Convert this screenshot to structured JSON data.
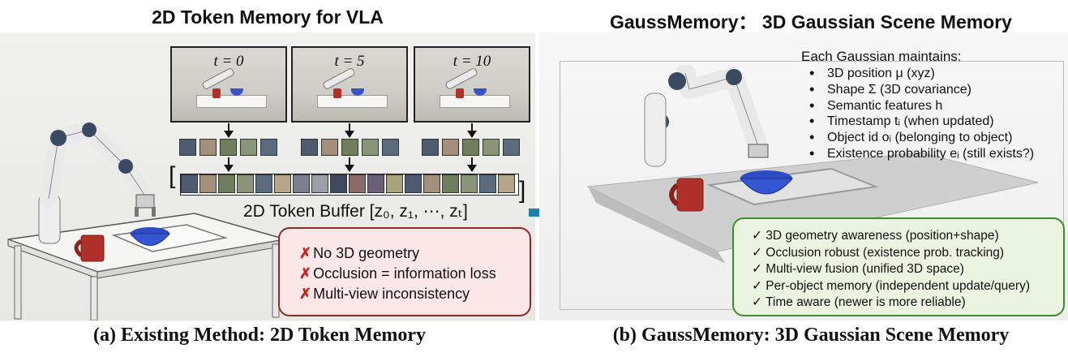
{
  "left": {
    "title": "2D Token Memory for VLA",
    "frames": [
      {
        "label": "t = 0"
      },
      {
        "label": "t = 5"
      },
      {
        "label": "t = 10"
      }
    ],
    "buffer_label": "2D Token Buffer [z₀, z₁, ⋯, zₜ]",
    "limitations": [
      {
        "mark": "✗",
        "text": "No 3D geometry"
      },
      {
        "mark": "✗",
        "text": "Occlusion = information loss"
      },
      {
        "mark": "✗",
        "text": "Multi-view inconsistency"
      }
    ],
    "caption": "(a) Existing Method: 2D Token Memory"
  },
  "right": {
    "title": "GaussMemory：  3D Gaussian Scene Memory",
    "maintains_heading": "Each Gaussian maintains:",
    "maintains": [
      "3D position μ (xyz)",
      "Shape Σ (3D covariance)",
      "Semantic features h",
      "Timestamp tᵢ (when updated)",
      "Object id oᵢ (belonging to object)",
      "Existence probability eᵢ (still exists?)"
    ],
    "advantages": [
      "✓ 3D geometry awareness (position+shape)",
      "✓ Occlusion robust (existence prob. tracking)",
      "✓ Multi-view fusion (unified 3D space)",
      "✓ Per-object memory (independent update/query)",
      "✓ Time aware (newer is more reliable)"
    ],
    "caption": "(b) GaussMemory: 3D Gaussian Scene Memory"
  },
  "colors": {
    "warn_fill": "#fbe7e7",
    "warn_border": "#8b2a2a",
    "warn_mark": "#d0201b",
    "good_fill": "#eaf4e0",
    "good_border": "#3f8a2c",
    "flow_arrow": "#1f7fa6",
    "mug": "#b1312a",
    "bowl": "#3a54c8"
  }
}
